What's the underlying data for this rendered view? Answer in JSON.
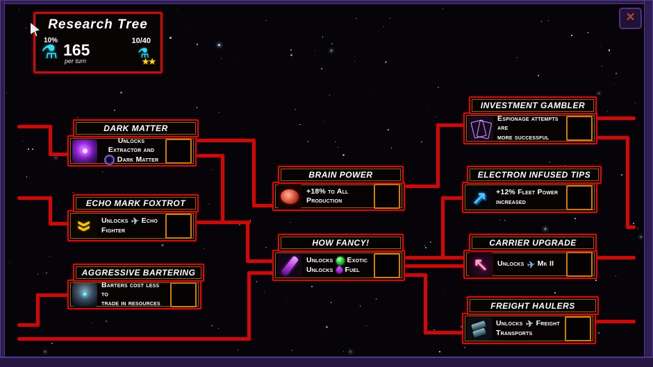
{
  "window": {
    "close_icon": "×"
  },
  "icons": {
    "close": "×",
    "flask": "⚗",
    "stars": "★★",
    "ship": "✈",
    "chevron": "»",
    "arrow_ne": "↗",
    "arrow_nw": "↖"
  },
  "header": {
    "title": "Research Tree",
    "percent": "10%",
    "amount": "165",
    "per_turn": "per turn",
    "progress": "10/40"
  },
  "nodes": {
    "dark_matter": {
      "title": "DARK MATTER",
      "line1": "Unlocks Extractor and",
      "line2": "Dark Matter"
    },
    "echo": {
      "title": "ECHO MARK FOXTROT",
      "before": "Unlocks",
      "after": "Echo",
      "line2": "Fighter"
    },
    "aggressive": {
      "title": "AGGRESSIVE BARTERING",
      "line1": "Barters cost less to",
      "line2": "trade in resources"
    },
    "brain": {
      "title": "BRAIN POWER",
      "line1": "+18% to All Production"
    },
    "how_fancy": {
      "title": "HOW FANCY!",
      "row1_label": "Unlocks",
      "row1_item": "Exotic",
      "row2_label": "Unlocks",
      "row2_item": "Fuel"
    },
    "investment": {
      "title": "INVESTMENT GAMBLER",
      "line1": "Espionage attempts are",
      "line2": "more successful"
    },
    "electron": {
      "title": "ELECTRON INFUSED TIPS",
      "line1": "+12% Fleet Power",
      "line2": "increased"
    },
    "carrier": {
      "title": "CARRIER UPGRADE",
      "before": "Unlocks",
      "after": "Mk II"
    },
    "freight": {
      "title": "FREIGHT HAULERS",
      "before": "Unlocks",
      "after": "Freight",
      "line2": "Transports"
    }
  },
  "colors": {
    "connector_red": "#c60d0d",
    "node_border_red": "#c51313",
    "node_border_orange": "#cf7d1d",
    "frame_purple": "#2e1c52",
    "flask_cyan": "#3fd6ef",
    "star_gold": "#ffd21f"
  }
}
